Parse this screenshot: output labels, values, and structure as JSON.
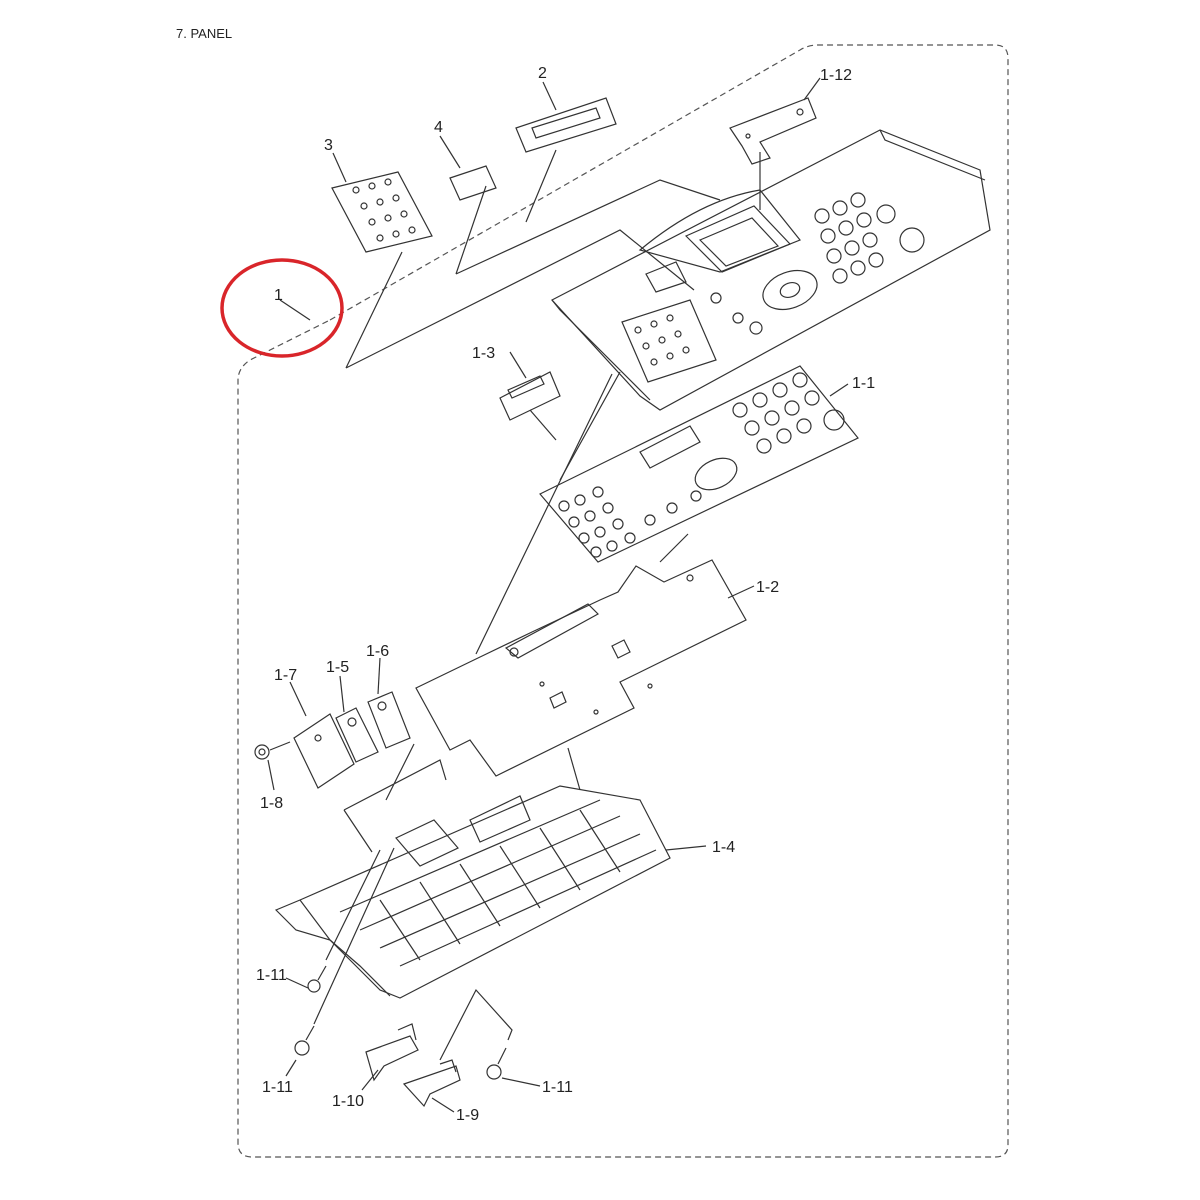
{
  "page_title": "7. PANEL",
  "callouts": {
    "c1": "1",
    "c2": "2",
    "c3": "3",
    "c4": "4",
    "c1_1": "1-1",
    "c1_2": "1-2",
    "c1_3": "1-3",
    "c1_4": "1-4",
    "c1_5": "1-5",
    "c1_6": "1-6",
    "c1_7": "1-7",
    "c1_8": "1-8",
    "c1_9": "1-9",
    "c1_10": "1-10",
    "c1_11a": "1-11",
    "c1_11b": "1-11",
    "c1_11c": "1-11",
    "c1_12": "1-12"
  },
  "colors": {
    "line": "#333333",
    "highlight": "#d9252a"
  }
}
